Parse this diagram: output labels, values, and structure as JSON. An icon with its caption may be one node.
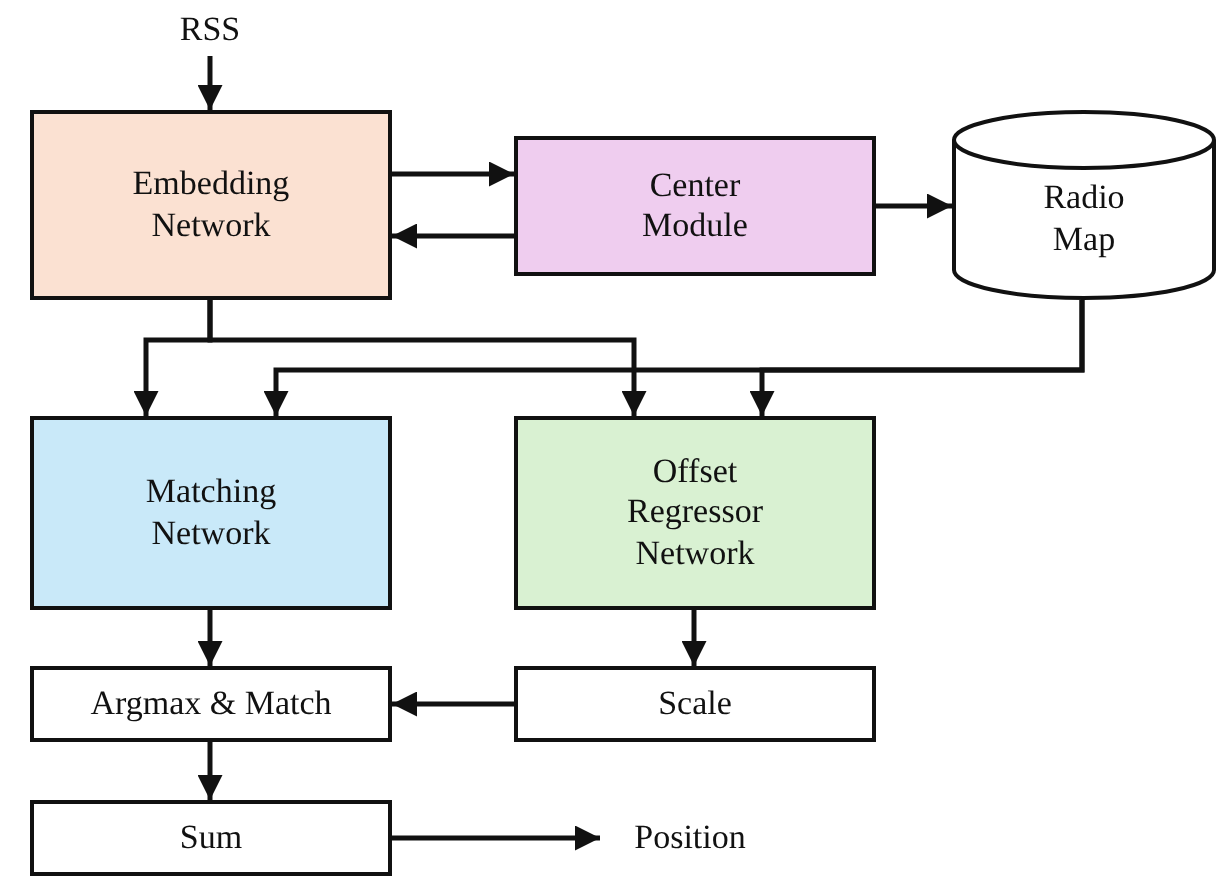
{
  "diagram": {
    "nodes": [
      {
        "text": [
          "RSS"
        ]
      },
      {
        "text": [
          "Embedding Network"
        ]
      },
      {
        "text": [
          "Center Module"
        ]
      },
      {
        "text": [
          "Radio Map"
        ]
      },
      {
        "text": [
          "Matching Network"
        ]
      },
      {
        "text": [
          "Offset Regressor Network"
        ]
      },
      {
        "text": [
          "Argmax & Match"
        ]
      },
      {
        "text": [
          "Scale"
        ]
      },
      {
        "text": [
          "Sum"
        ]
      },
      {
        "text": [
          "Position"
        ]
      }
    ],
    "edges": [
      {
        "from": 0,
        "to": 1,
        "arrow": "to"
      },
      {
        "from": 1,
        "to": 2,
        "arrow": "to"
      },
      {
        "from": 2,
        "to": 1,
        "arrow": "to"
      },
      {
        "from": 2,
        "to": 3,
        "arrow": "to"
      },
      {
        "from": 1,
        "to": 4,
        "arrow": "to"
      },
      {
        "from": 1,
        "to": 5,
        "arrow": "to"
      },
      {
        "from": 3,
        "to": 4,
        "arrow": "to"
      },
      {
        "from": 3,
        "to": 5,
        "arrow": "to"
      },
      {
        "from": 4,
        "to": 6,
        "arrow": "to"
      },
      {
        "from": 5,
        "to": 7,
        "arrow": "to"
      },
      {
        "from": 7,
        "to": 6,
        "arrow": "to"
      },
      {
        "from": 6,
        "to": 8,
        "arrow": "to"
      },
      {
        "from": 8,
        "to": 9,
        "arrow": "to"
      }
    ]
  }
}
